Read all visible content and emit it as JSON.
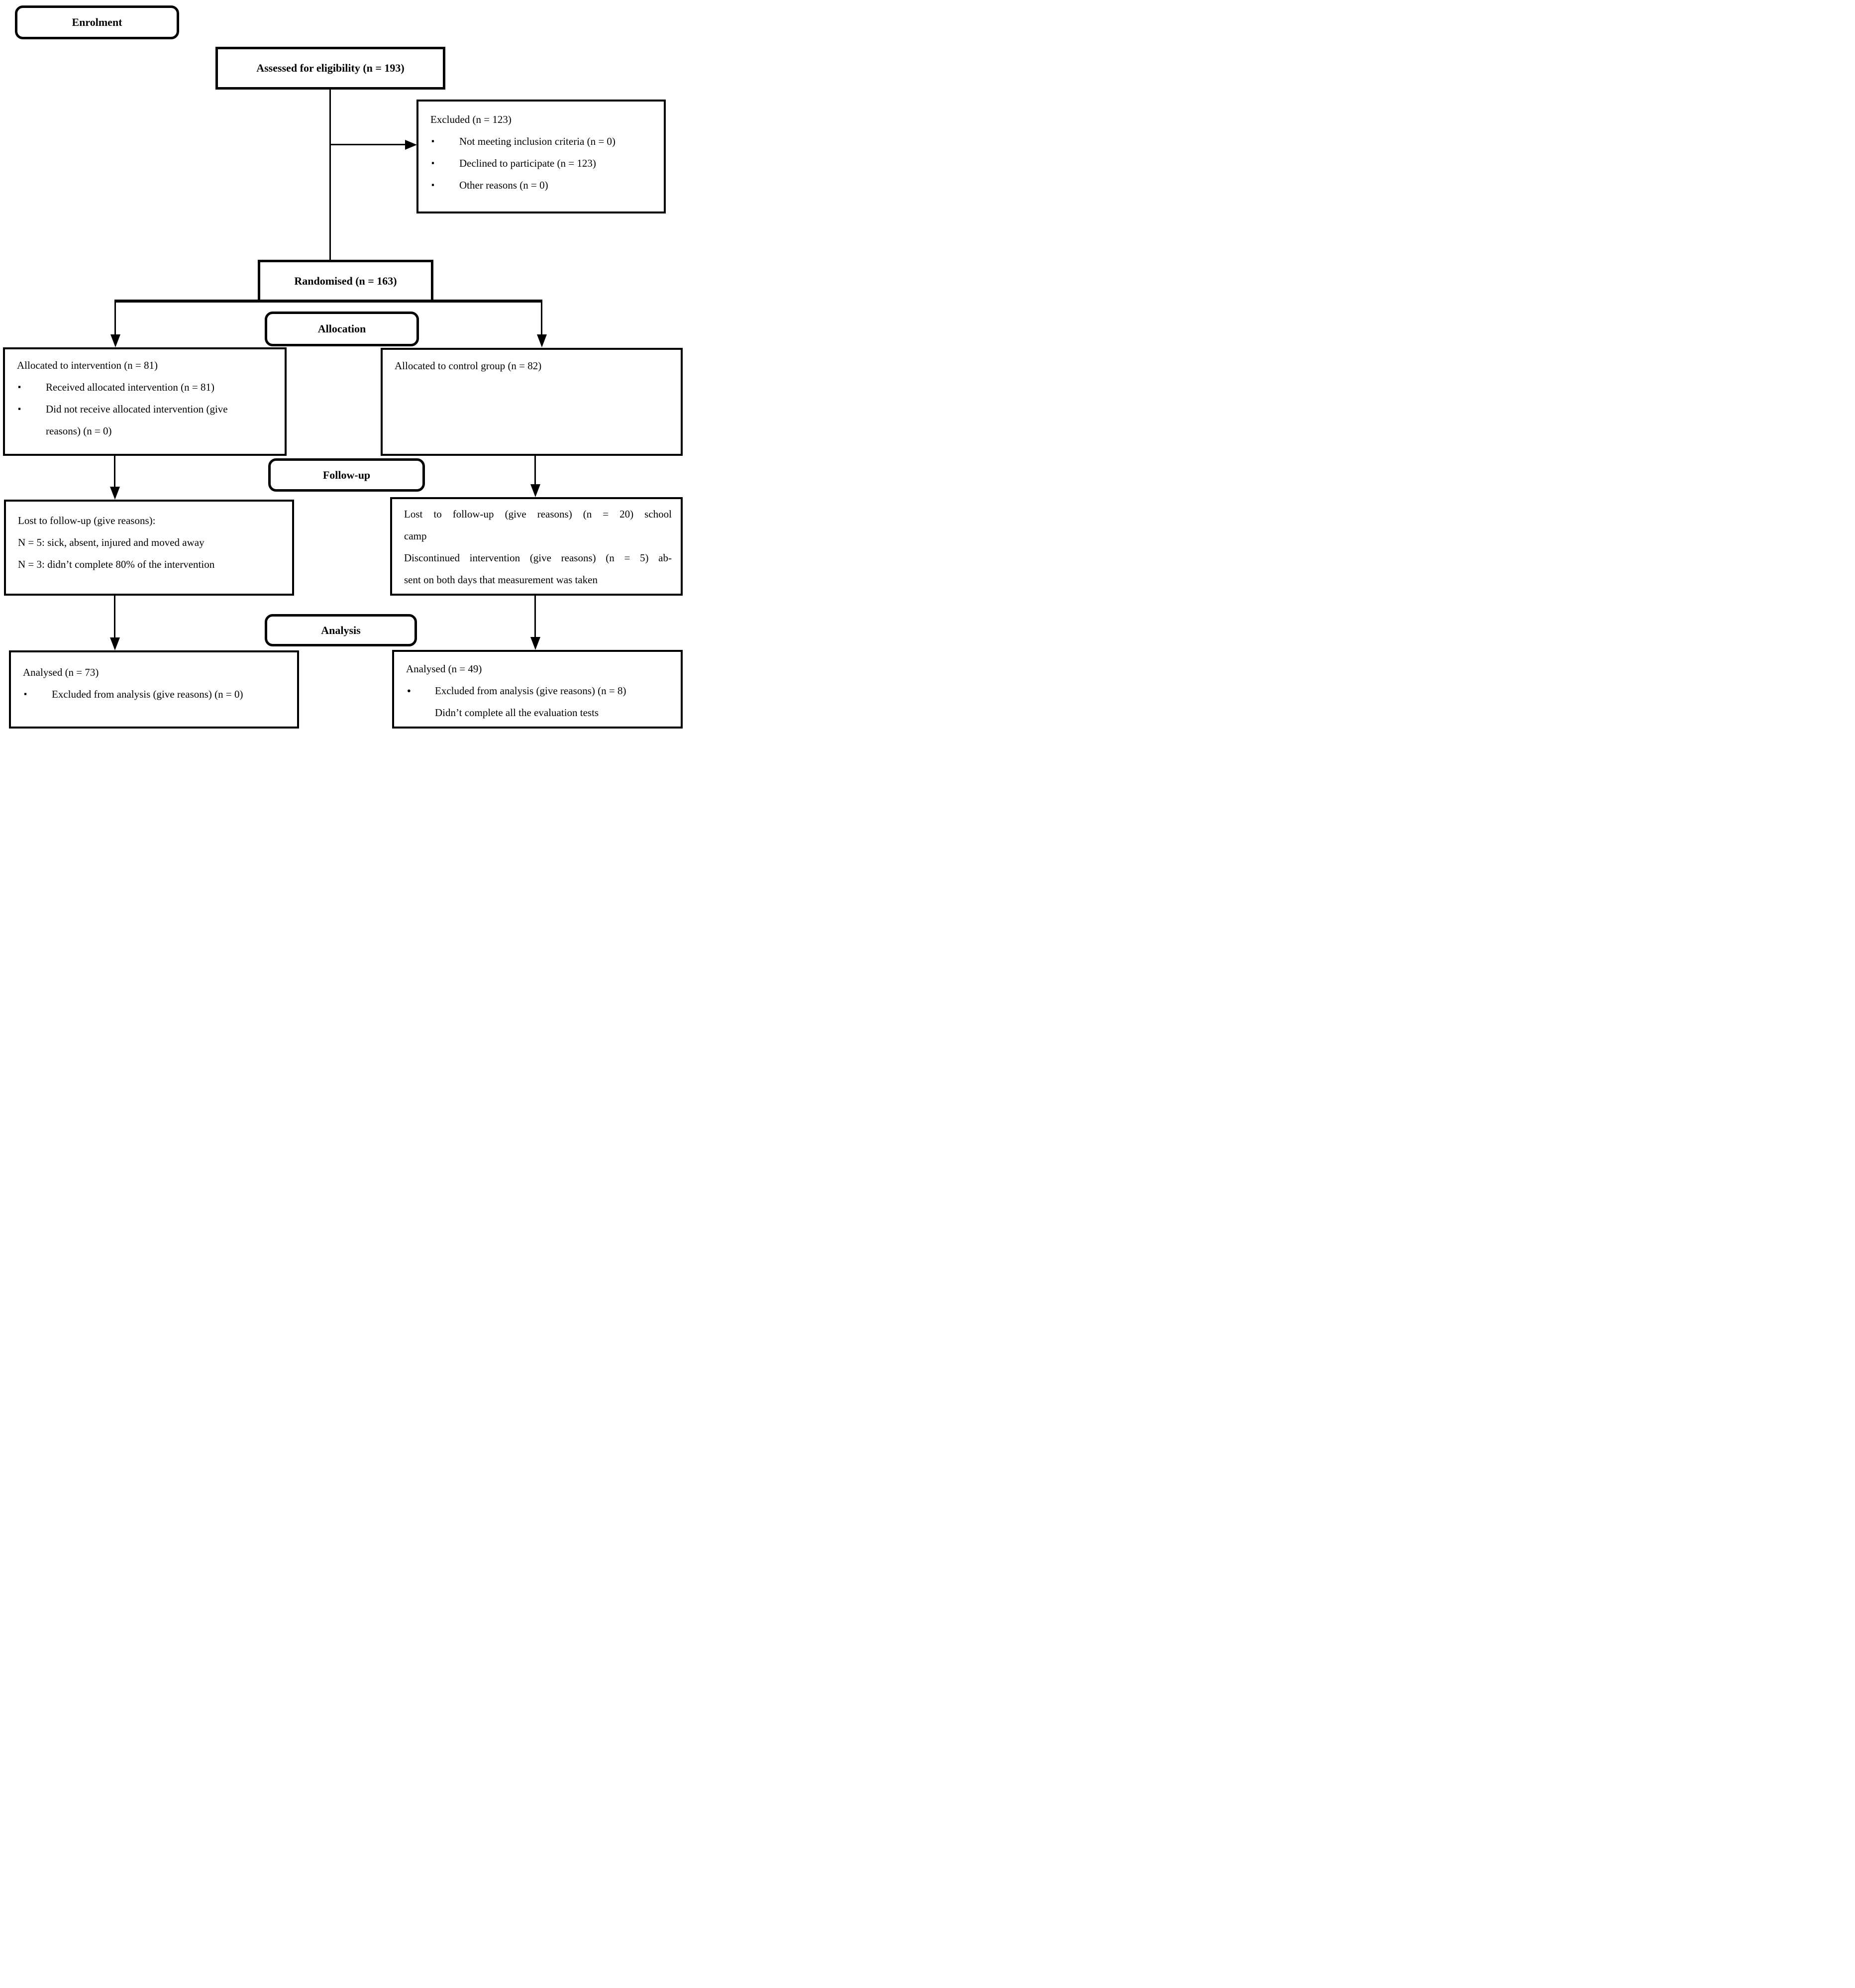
{
  "colors": {
    "ink": "#000000",
    "paper": "#ffffff"
  },
  "icons": {
    "square_bullet": "▪",
    "round_bullet": "●"
  },
  "stages": {
    "enrolment": "Enrolment",
    "allocation": "Allocation",
    "followup": "Follow-up",
    "analysis": "Analysis"
  },
  "assessed": {
    "text": "Assessed for eligibility (n = 193)"
  },
  "excluded": {
    "title": "Excluded (n = 123)",
    "items": [
      "Not meeting inclusion criteria (n = 0)",
      "Declined to participate (n = 123)",
      "Other reasons (n = 0)"
    ]
  },
  "randomised": {
    "text": "Randomised (n = 163)"
  },
  "allocation_intervention": {
    "title": "Allocated to intervention (n = 81)",
    "item1": "Received allocated intervention (n = 81)",
    "item2_line1": "Did not receive allocated intervention (give",
    "item2_line2": "reasons) (n = 0)"
  },
  "allocation_control": {
    "title": "Allocated to control group (n = 82)"
  },
  "followup_intervention": {
    "line1": "Lost to follow-up (give reasons):",
    "line2": "N = 5: sick, absent, injured and moved away",
    "line3": "N = 3: didn’t complete 80% of the intervention"
  },
  "followup_control": {
    "line1": "Lost to follow-up (give reasons) (n = 20) school",
    "line2": "camp",
    "line3": "Discontinued intervention (give reasons) (n = 5) ab-",
    "line4": "sent on both days that measurement was taken"
  },
  "analysis_intervention": {
    "title": "Analysed (n = 73)",
    "item1": "Excluded from analysis (give reasons) (n = 0)"
  },
  "analysis_control": {
    "title": "Analysed (n = 49)",
    "item1_line1": "Excluded from analysis (give reasons) (n = 8)",
    "item1_line2": "Didn’t complete all the evaluation tests"
  }
}
